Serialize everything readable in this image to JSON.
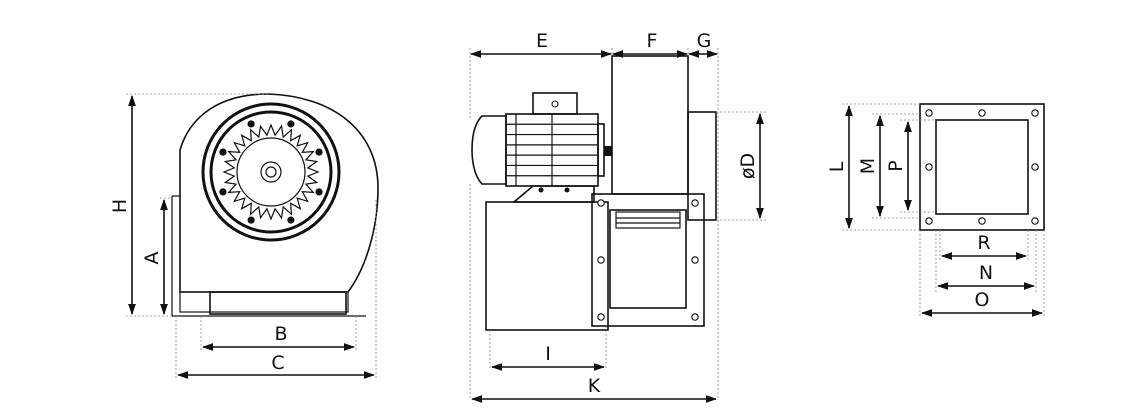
{
  "side_view": {
    "labels": {
      "H": "H",
      "A": "A",
      "B": "B",
      "C": "C"
    }
  },
  "front_view": {
    "labels": {
      "E": "E",
      "F": "F",
      "G": "G",
      "OD": "øD",
      "I": "I",
      "K": "K"
    }
  },
  "flange_view": {
    "labels": {
      "L": "L",
      "M": "M",
      "P": "P",
      "R": "R",
      "N": "N",
      "O": "O"
    }
  }
}
